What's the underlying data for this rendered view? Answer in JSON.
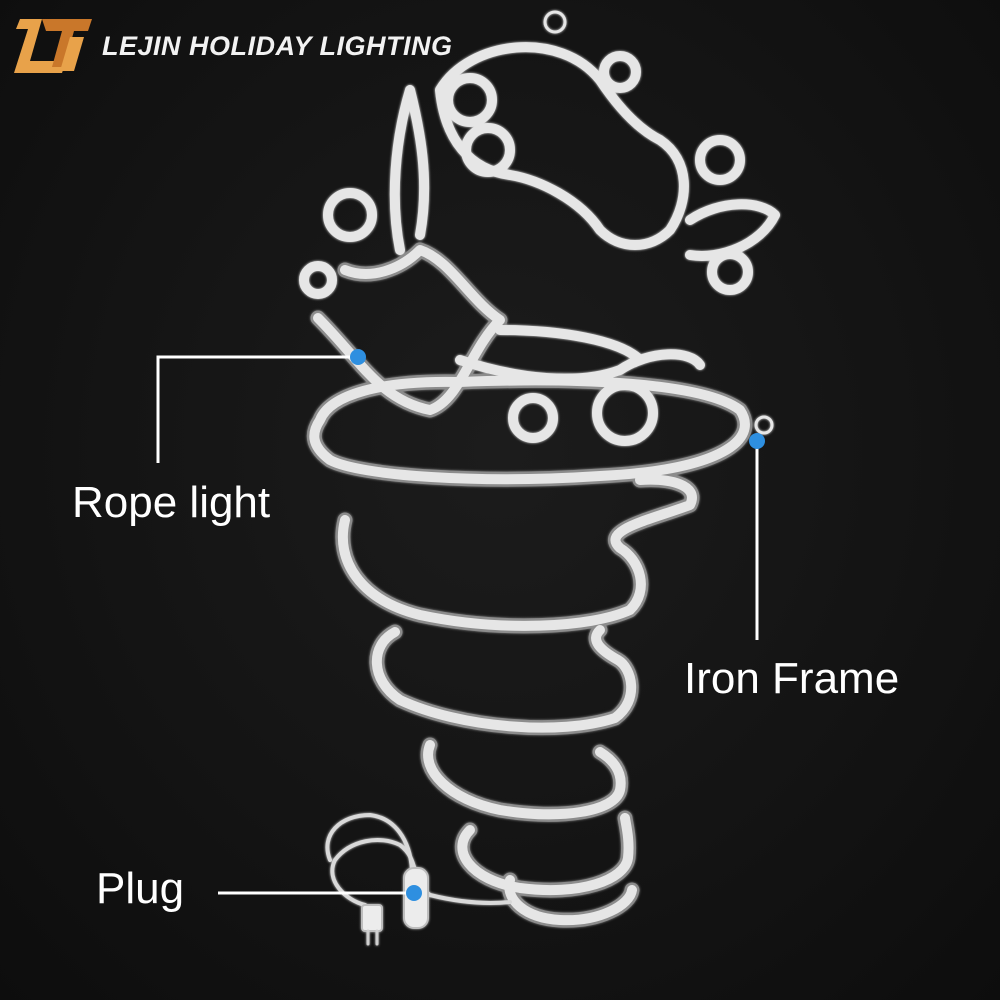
{
  "brand": {
    "name": "LEJIN HOLIDAY LIGHTING",
    "logo_colors": [
      "#e8a24a",
      "#c9772a"
    ]
  },
  "callouts": {
    "rope_light": "Rope light",
    "iron_frame": "Iron Frame",
    "plug": "Plug"
  },
  "colors": {
    "background": "#121212",
    "rope": "#dcdcdc",
    "marker": "#2e8fe0",
    "leader_line": "#ffffff"
  },
  "icons": [
    "brand-logo-icon",
    "marker-dot-icon"
  ]
}
